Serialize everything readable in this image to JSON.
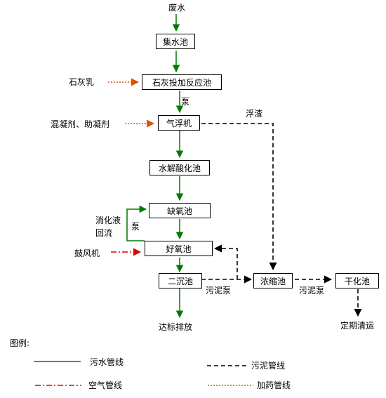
{
  "nodes": {
    "wastewater": "废水",
    "collection_tank": "集水池",
    "lime_tank": "石灰投加反应池",
    "flotation": "气浮机",
    "hydrolysis_tank": "水解酸化池",
    "anoxic_tank": "缺氧池",
    "aerobic_tank": "好氧池",
    "secondary_clarifier": "二沉池",
    "thickener": "浓缩池",
    "drying_bed": "干化池",
    "discharge": "达标排放",
    "periodic_removal": "定期清运"
  },
  "edge_labels": {
    "lime_milk": "石灰乳",
    "pump": "泵",
    "coagulants": "混凝剂、助凝剂",
    "scum": "浮渣",
    "nitrate_liquid": "消化液",
    "reflux": "回流",
    "pump_reflux": "泵",
    "blower": "鼓风机",
    "sludge_pump_1": "污泥泵",
    "sludge_pump_2": "污泥泵"
  },
  "legend": {
    "title": "图例:",
    "sewage": "污水管线",
    "sludge": "污泥管线",
    "air": "空气管线",
    "dosing": "加药管线"
  },
  "colors": {
    "sewage": "#007a00",
    "sludge": "#000000",
    "air": "#e00000",
    "dosing": "#e05000"
  }
}
